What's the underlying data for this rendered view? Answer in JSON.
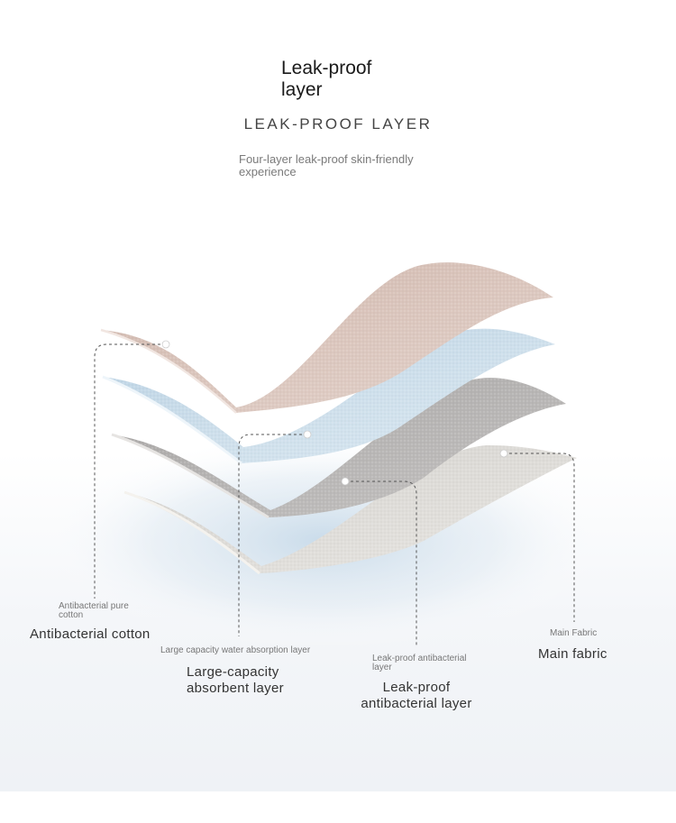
{
  "header": {
    "title_line1": "Leak-proof",
    "title_line2": "layer",
    "subtitle": "LEAK-PROOF LAYER",
    "description": "Four-layer leak-proof skin-friendly experience"
  },
  "layers": [
    {
      "name": "Antibacterial cotton",
      "small_label": "Antibacterial pure cotton",
      "big_label": "Antibacterial cotton",
      "color": "#d6c2b9"
    },
    {
      "name": "Large-capacity absorbent layer",
      "small_label": "Large capacity water absorption layer",
      "big_label_line1": "Large-capacity",
      "big_label_line2": "absorbent layer",
      "color": "#c9dcea"
    },
    {
      "name": "Leak-proof antibacterial layer",
      "small_label": "Leak-proof antibacterial layer",
      "big_label_line1": "Leak-proof",
      "big_label_line2": "antibacterial layer",
      "color": "#b5b3b2"
    },
    {
      "name": "Main fabric",
      "small_label": "Main Fabric",
      "big_label": "Main fabric",
      "color": "#dedcd8"
    }
  ]
}
